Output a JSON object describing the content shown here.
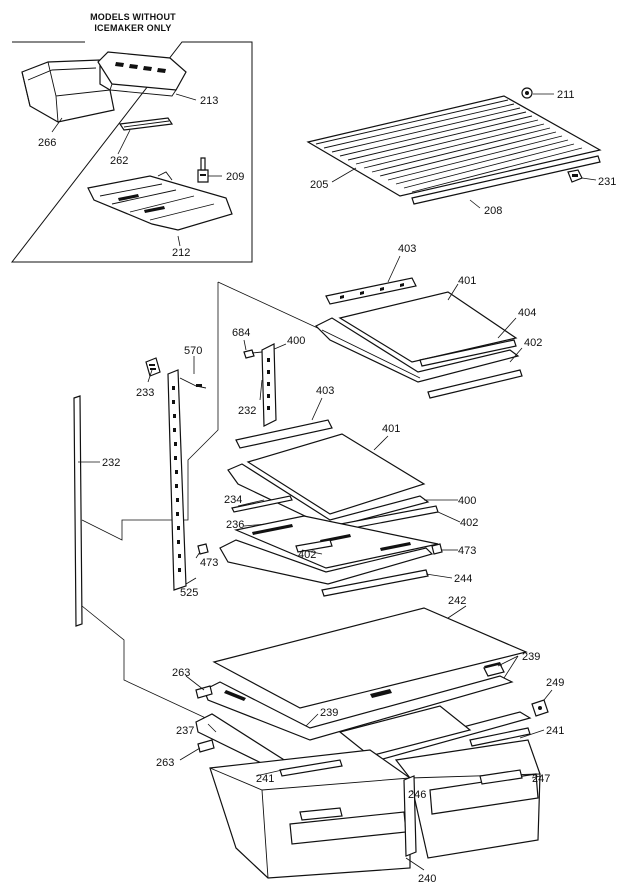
{
  "inset": {
    "title_line1": "MODELS WITHOUT",
    "title_line2": "ICEMAKER ONLY"
  },
  "callouts": {
    "p266": "266",
    "p213": "213",
    "p262": "262",
    "p209": "209",
    "p212": "212",
    "p211": "211",
    "p205": "205",
    "p231": "231",
    "p208": "208",
    "p403a": "403",
    "p401a": "401",
    "p404": "404",
    "p684": "684",
    "p400a": "400",
    "p402a": "402",
    "p570": "570",
    "p233": "233",
    "p232a": "232",
    "p403b": "403",
    "p401b": "401",
    "p232b": "232",
    "p234": "234",
    "p400b": "400",
    "p236": "236",
    "p402b": "402",
    "p402c": "402",
    "p473a": "473",
    "p473b": "473",
    "p525": "525",
    "p244": "244",
    "p242": "242",
    "p239a": "239",
    "p263a": "263",
    "p249": "249",
    "p239b": "239",
    "p237": "237",
    "p241a": "241",
    "p263b": "263",
    "p241b": "241",
    "p246": "246",
    "p247": "247",
    "p240": "240"
  }
}
